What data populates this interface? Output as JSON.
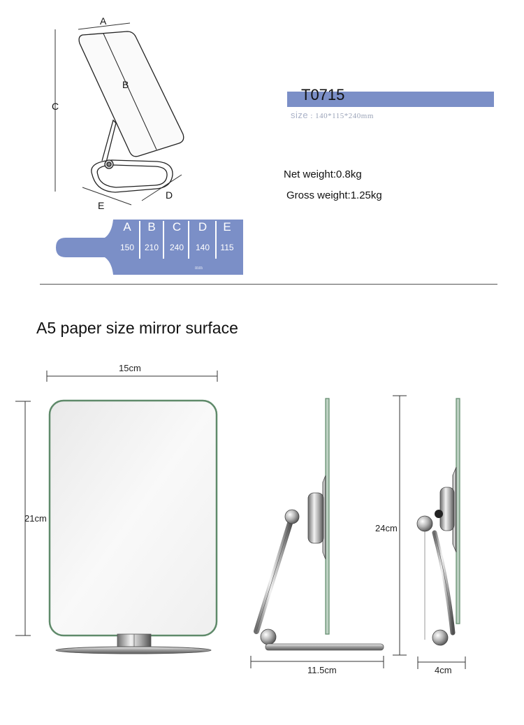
{
  "product": {
    "code": "T0715",
    "size_key": "size",
    "size_value": ": 140*115*240mm",
    "net_weight": "Net weight:0.8kg",
    "gross_weight": "Gross weight:1.25kg"
  },
  "sketch_labels": {
    "a": "A",
    "b": "B",
    "c": "C",
    "d": "D",
    "e": "E"
  },
  "dimension_table": {
    "columns": [
      {
        "key": "A",
        "value": "150"
      },
      {
        "key": "B",
        "value": "210"
      },
      {
        "key": "C",
        "value": "240"
      },
      {
        "key": "D",
        "value": "140"
      },
      {
        "key": "E",
        "value": "115"
      }
    ],
    "unit": "mm"
  },
  "section_title": "A5 paper size mirror surface",
  "dimensions": {
    "front_width": "15cm",
    "front_height": "21cm",
    "total_height": "24cm",
    "base_depth": "11.5cm",
    "folded_depth": "4cm"
  },
  "colors": {
    "accent": "#7b8fc7",
    "mirror_frame": "#5f8a6a"
  }
}
